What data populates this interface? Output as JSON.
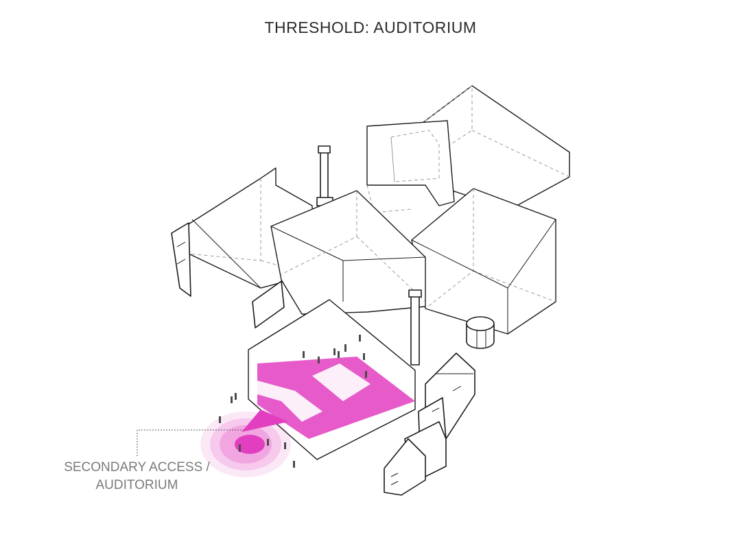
{
  "title": "THRESHOLD: AUDITORIUM",
  "callout": {
    "line1": "SECONDARY ACCESS /",
    "line2": "AUDITORIUM"
  },
  "colors": {
    "accent": "#e23ec0",
    "line": "#1a1a1a",
    "hidden_line": "#9a9a9a",
    "label_text": "#7a7a7a"
  }
}
